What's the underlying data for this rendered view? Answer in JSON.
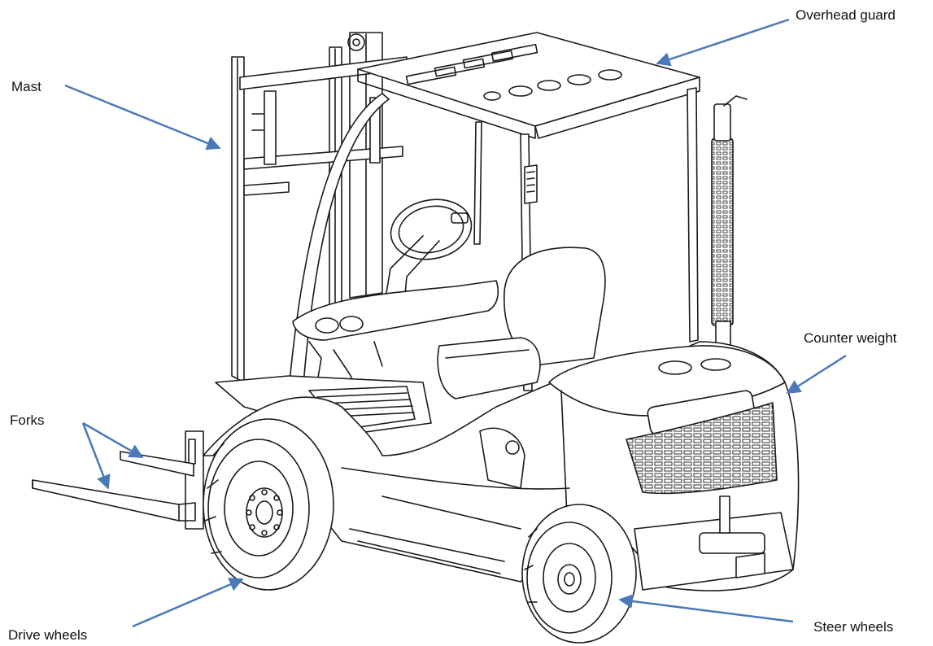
{
  "labels": {
    "mast": "Mast",
    "overhead_guard": "Overhead guard",
    "counter_weight": "Counter weight",
    "forks": "Forks",
    "drive_wheels": "Drive wheels",
    "steer_wheels": "Steer wheels"
  },
  "colors": {
    "arrow": "#4a78b8",
    "line_art": "#1a1a1a",
    "background": "#ffffff"
  }
}
